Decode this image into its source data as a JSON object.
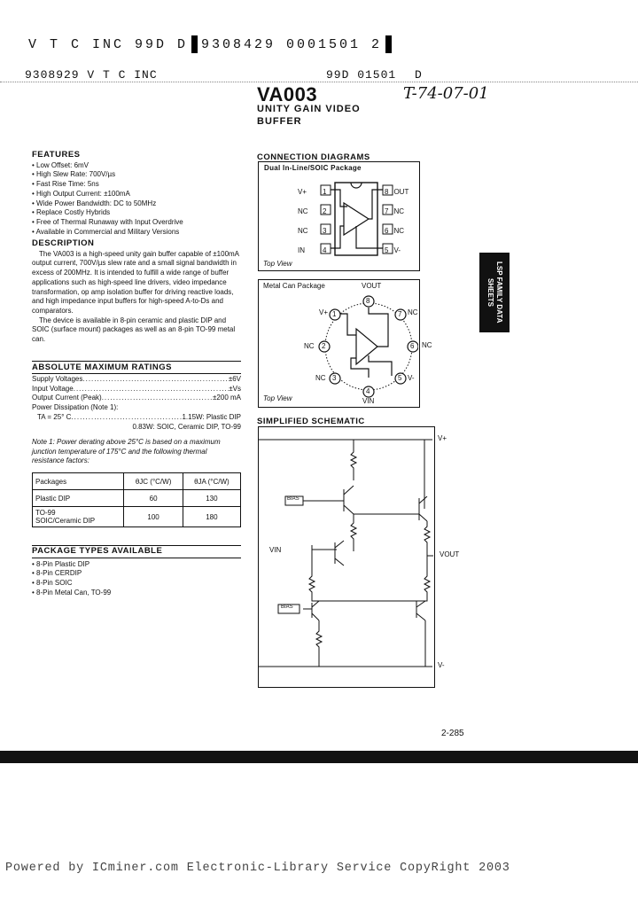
{
  "header": {
    "line1_left": "V T C INC 99D D",
    "line1_code": "9308429 0001501 2",
    "line2_left": "9308929 V T C INC",
    "line2_mid": "99D 01501",
    "line2_right": "D"
  },
  "title": "VA003",
  "handwritten": "T-74-07-01",
  "subtitle_line1": "UNITY GAIN VIDEO",
  "subtitle_line2": "BUFFER",
  "features": {
    "heading": "FEATURES",
    "items": [
      "Low Offset: 6mV",
      "High Slew Rate: 700V/µs",
      "Fast Rise Time: 5ns",
      "High Output Current: ±100mA",
      "Wide Power Bandwidth: DC to 50MHz",
      "Replace Costly Hybrids",
      "Free of Thermal Runaway with Input Overdrive",
      "Available in Commercial and Military Versions"
    ]
  },
  "description": {
    "heading": "DESCRIPTION",
    "p1": "The VA003 is a high-speed unity gain buffer capable of ±100mA output current, 700V/µs slew rate and a small signal bandwidth in excess of 200MHz. It is intended to fulfill a wide range of buffer applications such as high-speed line drivers, video impedance transformation, op amp isolation buffer for driving reactive loads, and high impedance input buffers for high-speed A-to-Ds and comparators.",
    "p2": "The device is available in 8-pin ceramic and plastic DIP and SOIC (surface mount) packages as well as an 8-pin TO-99 metal can."
  },
  "ratings": {
    "heading": "ABSOLUTE MAXIMUM RATINGS",
    "rows": [
      {
        "label": "Supply Voltages",
        "value": "±6V"
      },
      {
        "label": "Input Voltage",
        "value": "±Vs"
      },
      {
        "label": "Output Current (Peak)",
        "value": "±200 mA"
      }
    ],
    "power_label": "Power Dissipation (Note 1):",
    "power_ta": "TA = 25° C",
    "power_val1": "1.15W: Plastic DIP",
    "power_val2": "0.83W: SOIC, Ceramic DIP, TO-99"
  },
  "note": "Note 1: Power derating above 25°C is based on a maximum junction temperature of 175°C and the following thermal resistance factors:",
  "thermal_table": {
    "headers": [
      "Packages",
      "θJC (°C/W)",
      "θJA (°C/W)"
    ],
    "rows": [
      [
        "Plastic DIP",
        "60",
        "130"
      ],
      [
        "TO-99\nSOIC/Ceramic DIP",
        "100",
        "180"
      ]
    ]
  },
  "package_types": {
    "heading": "PACKAGE TYPES AVAILABLE",
    "items": [
      "8-Pin Plastic DIP",
      "8-Pin CERDIP",
      "8-Pin SOIC",
      "8-Pin Metal Can, TO-99"
    ]
  },
  "connection": {
    "heading": "CONNECTION DIAGRAMS",
    "dip_title": "Dual In-Line/SOIC Package",
    "dip_left": [
      {
        "name": "V+",
        "num": "1"
      },
      {
        "name": "NC",
        "num": "2"
      },
      {
        "name": "NC",
        "num": "3"
      },
      {
        "name": "IN",
        "num": "4"
      }
    ],
    "dip_right": [
      {
        "name": "OUT",
        "num": "8"
      },
      {
        "name": "NC",
        "num": "7"
      },
      {
        "name": "NC",
        "num": "6"
      },
      {
        "name": "V-",
        "num": "5"
      }
    ],
    "top_view": "Top View",
    "can_title": "Metal Can Package",
    "can_pins": {
      "p1": "1",
      "p2": "2",
      "p3": "3",
      "p4": "4",
      "p5": "5",
      "p6": "6",
      "p7": "7",
      "p8": "8"
    },
    "can_labels": {
      "vout": "VOUT",
      "vplus": "V+",
      "nc_l": "NC",
      "nc_bl": "NC",
      "vin": "VIN",
      "vminus": "V-",
      "nc_r": "NC",
      "nc_tr": "NC"
    }
  },
  "schematic": {
    "heading": "SIMPLIFIED SCHEMATIC",
    "vplus": "V+",
    "vminus": "V-",
    "vin": "VIN",
    "vout": "VOUT",
    "bias1": "BIAS",
    "bias2": "BIAS"
  },
  "side_tab": "LSP FAMILY DATA SHEETS",
  "page_number": "2-285",
  "footer": "Powered by ICminer.com Electronic-Library Service CopyRight 2003"
}
